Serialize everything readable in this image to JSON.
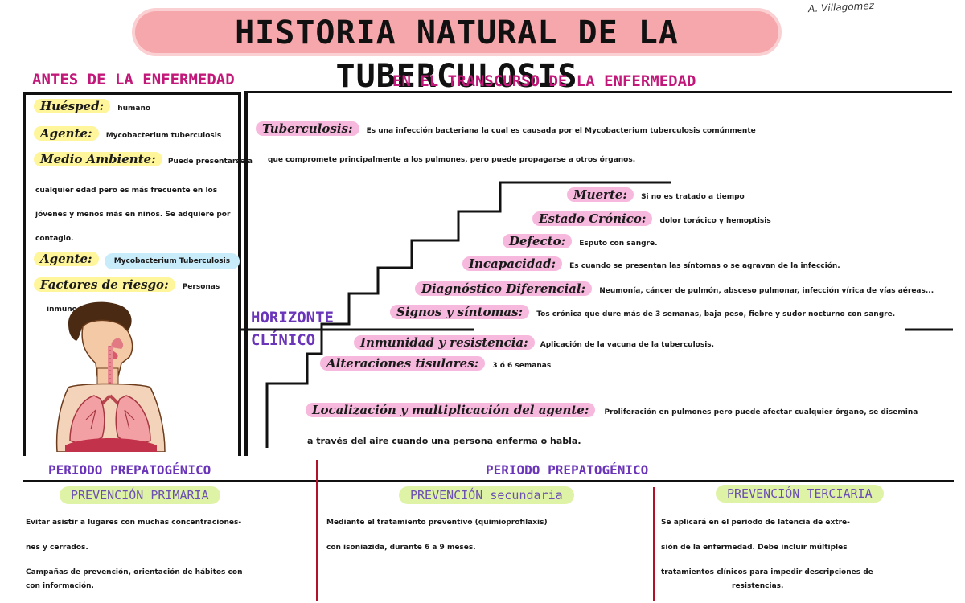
{
  "title": "HISTORIA NATURAL DE LA TUBERCULOSIS",
  "signature": "A. Villagomez",
  "left_header": "ANTES DE LA ENFERMEDAD",
  "right_header": "EN EL TRANSCURSO DE LA ENFERMEDAD",
  "before": {
    "host_label": "Huésped:",
    "host_value": "humano",
    "agent_label": "Agente:",
    "agent_value": "Mycobacterium tuberculosis",
    "env_label": "Medio Ambiente:",
    "env_lines": [
      "Puede presentarse a",
      "cualquier edad pero es más frecuente en los",
      "jóvenes y menos más en niños. Se adquiere por",
      "contagio."
    ],
    "agent2_label": "Agente:",
    "agent2_value": "Mycobacterium Tuberculosis",
    "risk_label": "Factores de riesgo:",
    "risk_value": "Personas",
    "risk_value2": "inmunodeprimidas."
  },
  "tb_label": "Tuberculosis:",
  "tb_line1": "Es una infección bacteriana la cual es causada por el Mycobacterium tuberculosis comúnmente",
  "tb_line2": "que compromete principalmente a los pulmones, pero puede propagarse a otros órganos.",
  "horizon_line1": "HORIZONTE",
  "horizon_line2": "CLÍNICO",
  "steps": [
    {
      "label": "Muerte:",
      "text": "Si no es tratado a tiempo"
    },
    {
      "label": "Estado Crónico:",
      "text": "dolor torácico y hemoptisis"
    },
    {
      "label": "Defecto:",
      "text": "Esputo con sangre."
    },
    {
      "label": "Incapacidad:",
      "text": "Es cuando se presentan las síntomas o se agravan de la infección."
    },
    {
      "label": "Diagnóstico Diferencial:",
      "text": "Neumonía, cáncer de pulmón, absceso pulmonar, infección vírica de vías aéreas..."
    },
    {
      "label": "Signos y síntomas:",
      "text": "Tos crónica que dure más de 3 semanas, baja peso, fiebre y sudor nocturno con sangre."
    },
    {
      "label": "Inmunidad y resistencia:",
      "text": "Aplicación de la vacuna de la tuberculosis."
    },
    {
      "label": "Alteraciones tisulares:",
      "text": "3 ó 6 semanas"
    },
    {
      "label": "Localización y multiplicación del agente:",
      "text": "Proliferación en pulmones pero puede afectar cualquier órgano, se disemina"
    }
  ],
  "loc_line2": "a través del aire cuando una persona enferma o habla.",
  "period_left": "PERIODO PREPATOGÉNICO",
  "period_right": "PERIODO PREPATOGÉNICO",
  "prev_primary": {
    "label": "PREVENCIÓN PRIMARIA",
    "lines": [
      "Evitar asistir a lugares con muchas concentraciones-",
      "nes y cerrados.",
      "Campañas de prevención, orientación de hábitos con",
      "con información."
    ]
  },
  "prev_secondary": {
    "label": "PREVENCIÓN secundaria",
    "lines": [
      "Mediante el tratamiento preventivo (quimioprofilaxis)",
      "con isoniazida, durante 6 a 9 meses."
    ]
  },
  "prev_tertiary": {
    "label": "PREVENCIÓN TERCIARIA",
    "lines": [
      "Se aplicará en el periodo de latencia de extre-",
      "sión de la enfermedad. Debe incluir múltiples",
      "tratamientos clínicos para impedir descripciones de",
      "resistencias."
    ]
  }
}
